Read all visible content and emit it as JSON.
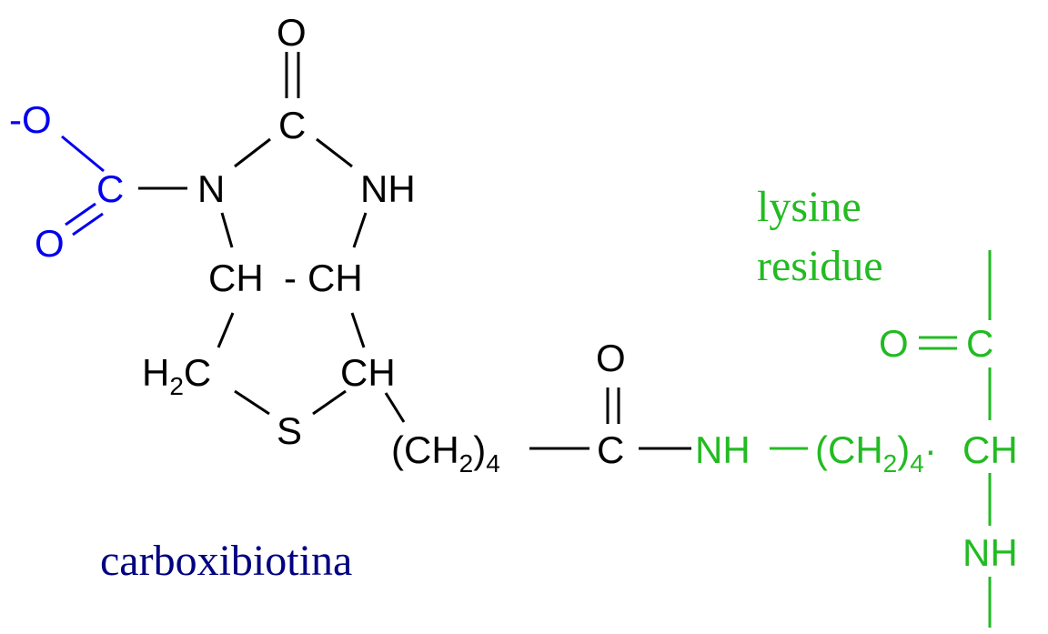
{
  "colors": {
    "biotin": "#000000",
    "carboxyl": "#0000ee",
    "lysine": "#22bb22",
    "caption": "#000080"
  },
  "carboxyl_group": {
    "o_minus": "-O",
    "carbon": "C",
    "o_double": "O"
  },
  "biotin": {
    "ring_oxygen": "O",
    "ring_carbon": "C",
    "n1": "N",
    "nh": "NH",
    "ch_left": "CH",
    "dash": "-",
    "ch_right": "CH",
    "h2c_main": "H",
    "h2c_sub": "2",
    "h2c_tail": "C",
    "ch_bottom": "CH",
    "sulfur": "S",
    "chain_open": "(CH",
    "chain_sub": "2",
    "chain_close": ")",
    "chain_count": "4",
    "amide_oxygen": "O",
    "amide_carbon": "C"
  },
  "lysine": {
    "label_line1": "lysine",
    "label_line2": "residue",
    "nh_link": "NH",
    "chain_open": "(CH",
    "chain_sub": "2",
    "chain_close": ")",
    "chain_count": "4",
    "chain_dot": "·",
    "alpha_ch": "CH",
    "carbonyl_o": "O",
    "carbonyl_c": "C",
    "backbone_nh": "NH"
  },
  "caption": {
    "name": "carboxibiotina"
  }
}
